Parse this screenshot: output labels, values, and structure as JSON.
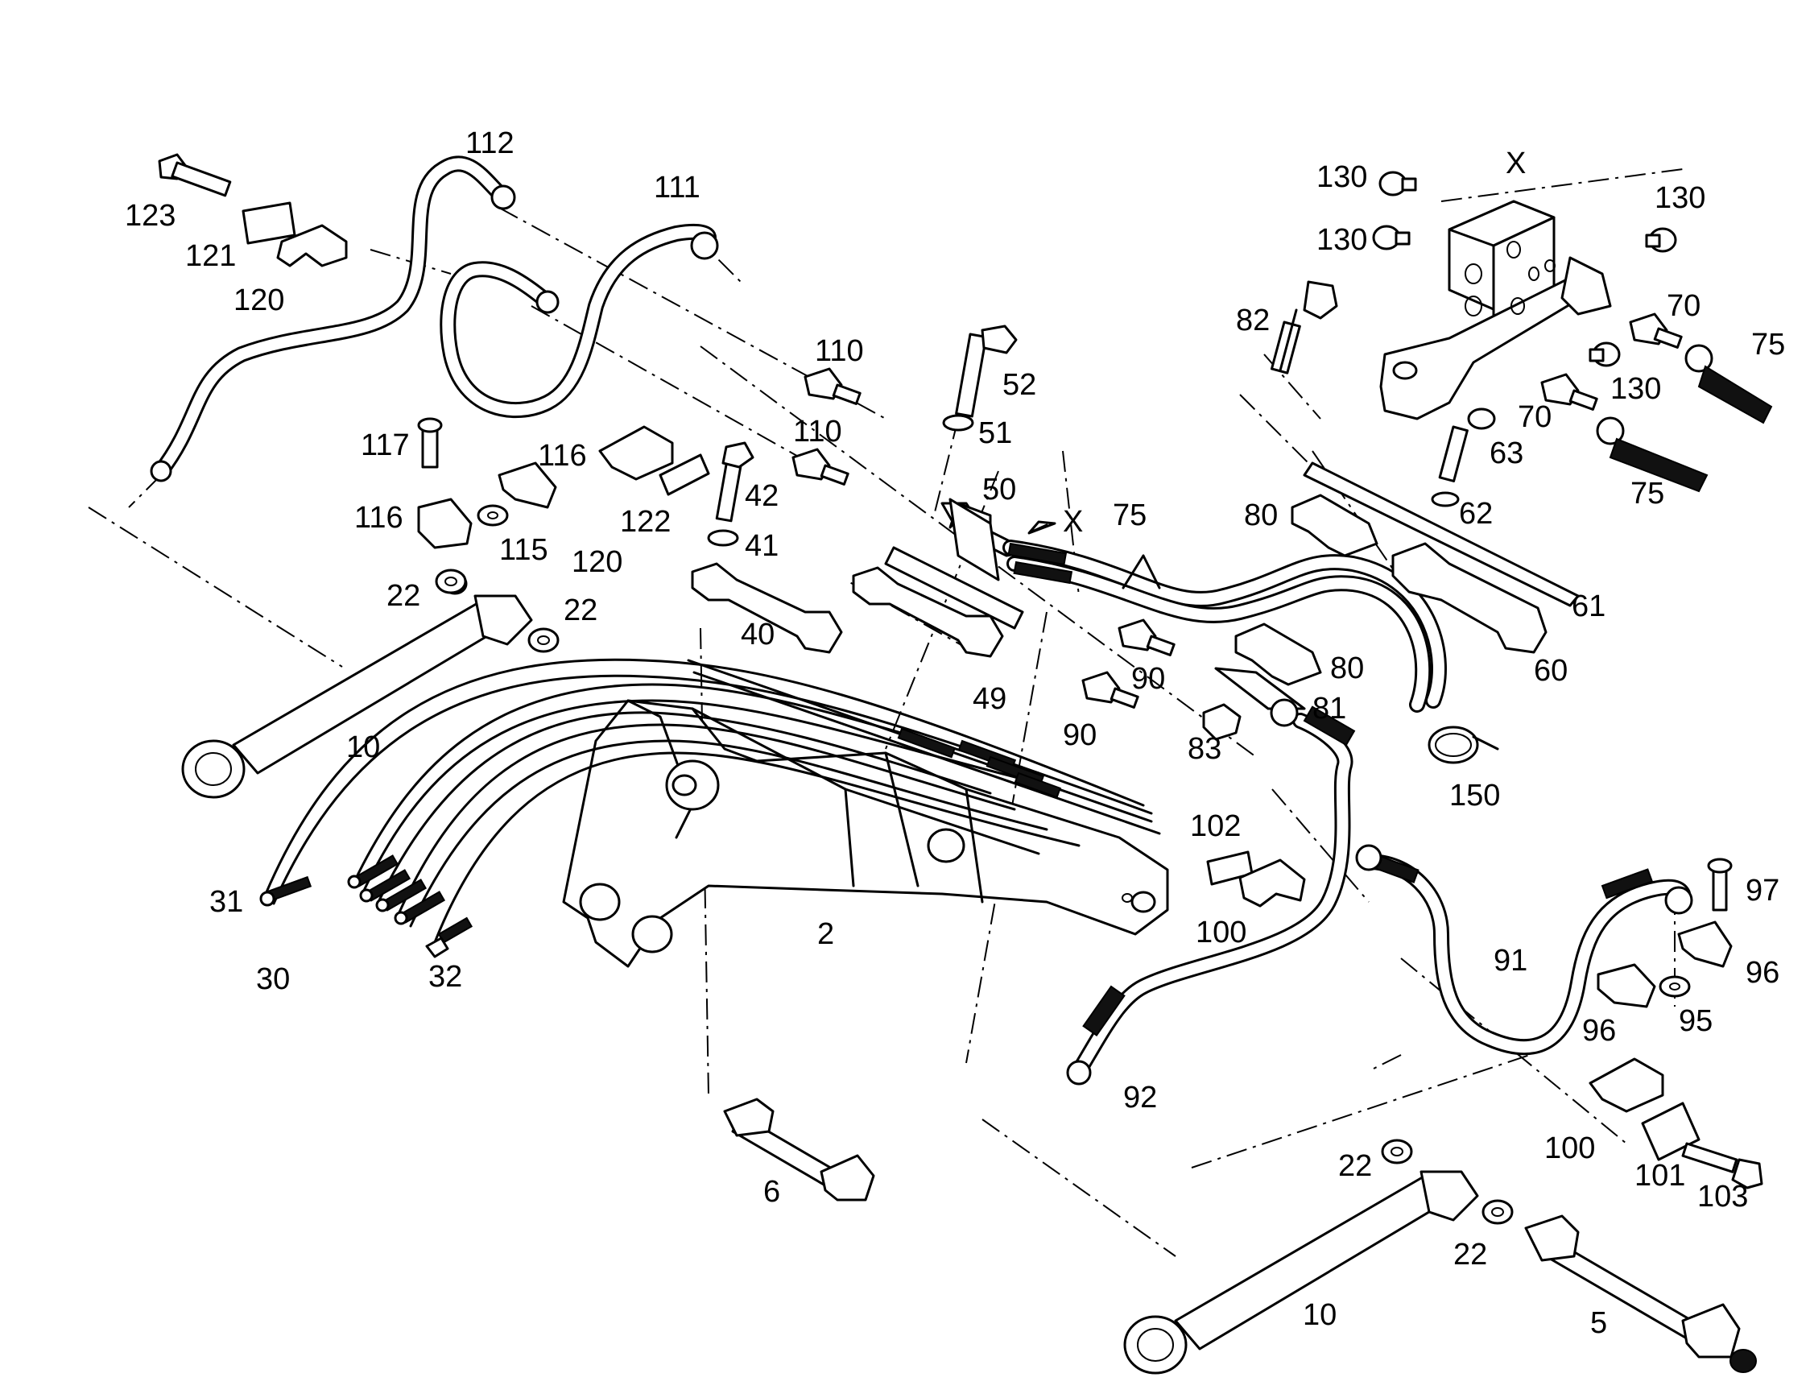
{
  "labels": {
    "l123": "123",
    "l112": "112",
    "l111": "111",
    "l121": "121",
    "l120a": "120",
    "l110a": "110",
    "l110b": "110",
    "l52": "52",
    "l51": "51",
    "l117": "117",
    "l116a": "116",
    "l116b": "116",
    "l115": "115",
    "l122": "122",
    "l120b": "120",
    "l42": "42",
    "l41": "41",
    "l50": "50",
    "lxa": "X",
    "l22a": "22",
    "l22b": "22",
    "l40": "40",
    "l10a": "10",
    "l49": "49",
    "l90a": "90",
    "l90b": "90",
    "l75a": "75",
    "l80a": "80",
    "l80b": "80",
    "l81": "81",
    "l83": "83",
    "l60": "60",
    "l61": "61",
    "l150": "150",
    "l130a": "130",
    "l130b": "130",
    "l130c": "130",
    "l130d": "130",
    "lxb": "X",
    "l82": "82",
    "l70a": "70",
    "l70b": "70",
    "l75b": "75",
    "l75c": "75",
    "l63": "63",
    "l62": "62",
    "l31": "31",
    "l30": "30",
    "l32": "32",
    "l2": "2",
    "l102": "102",
    "l100a": "100",
    "l97": "97",
    "l91": "91",
    "l96a": "96",
    "l96b": "96",
    "l95": "95",
    "l92": "92",
    "l6": "6",
    "l100b": "100",
    "l101": "101",
    "l103": "103",
    "l22c": "22",
    "l22d": "22",
    "l10b": "10",
    "l5": "5"
  }
}
